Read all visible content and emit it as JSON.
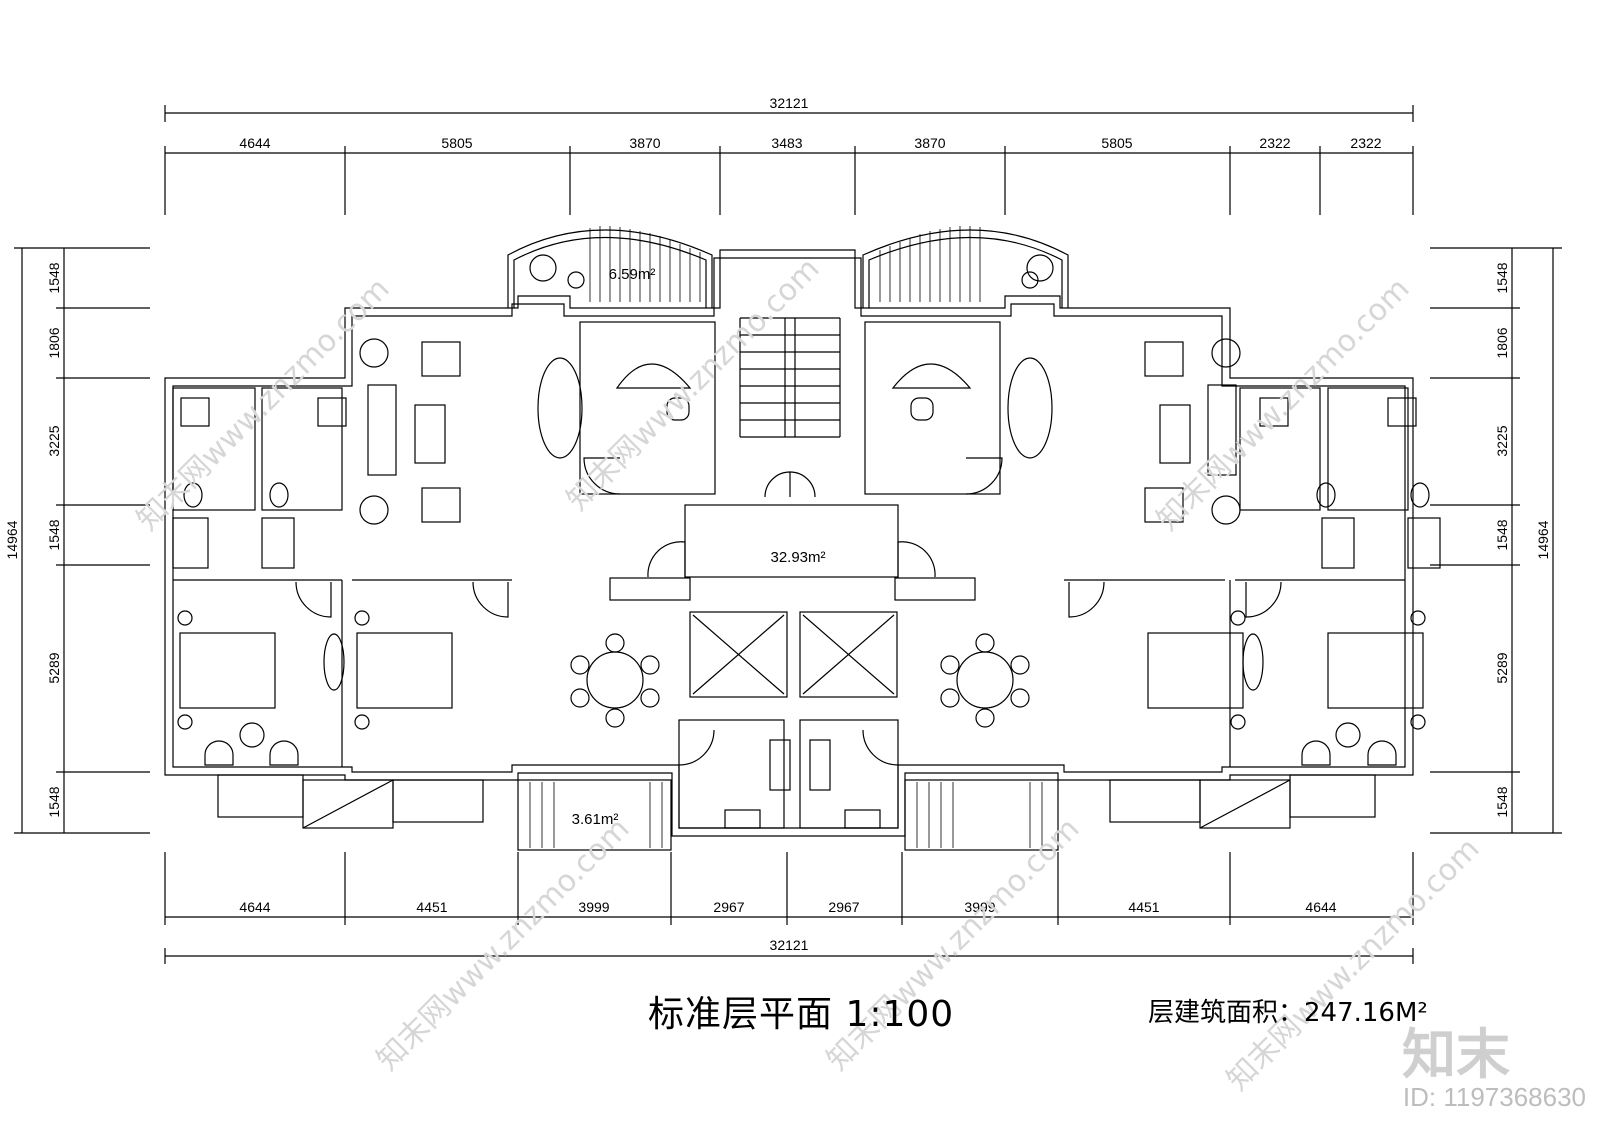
{
  "top_dims": {
    "overall": "32121",
    "segments": [
      "4644",
      "5805",
      "3870",
      "3483",
      "3870",
      "5805",
      "2322",
      "2322"
    ]
  },
  "bottom_dims": {
    "overall": "32121",
    "segments": [
      "4644",
      "4451",
      "3999",
      "2967",
      "2967",
      "3999",
      "4451",
      "4644"
    ]
  },
  "left_dims": {
    "overall": "14964",
    "segments": [
      "1548",
      "1806",
      "3225",
      "1548",
      "5289",
      "1548"
    ]
  },
  "right_dims": {
    "overall": "14964",
    "segments": [
      "1548",
      "1806",
      "3225",
      "1548",
      "5289",
      "1548"
    ]
  },
  "areas": {
    "balcony_top": "6.59m²",
    "lobby": "32.93m²",
    "balcony_bottom": "3.61m²"
  },
  "title": "标准层平面  1:100",
  "floor_area": "层建筑面积：247.16M²",
  "watermark": {
    "site": "知末网www.znzmo.com",
    "logo": "知末",
    "id": "ID: 1197368630"
  }
}
